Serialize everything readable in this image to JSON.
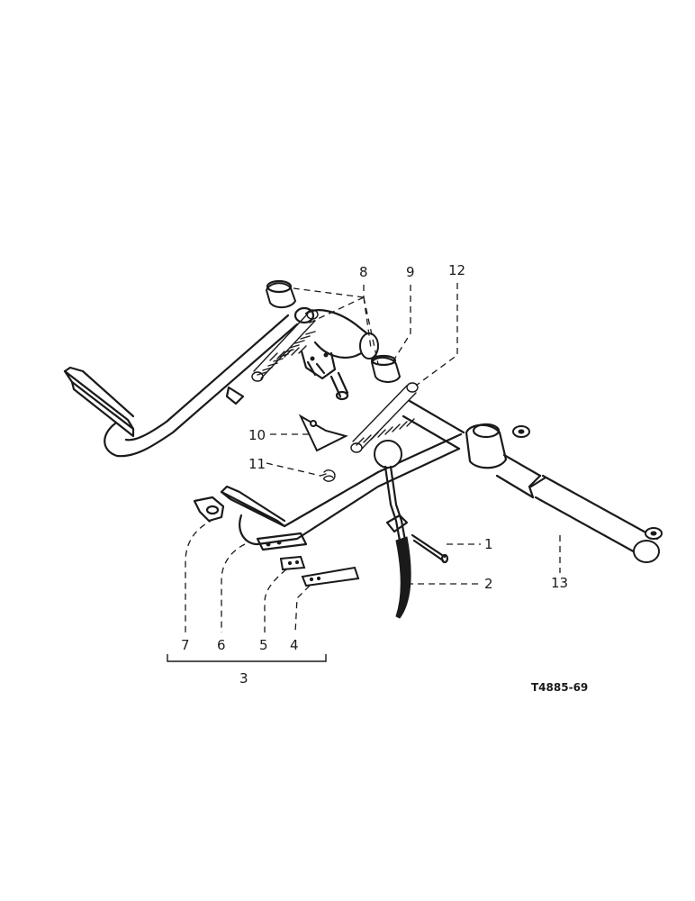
{
  "figure": {
    "reference": "T4885-69",
    "callouts": {
      "c1": "1",
      "c2": "2",
      "c3": "3",
      "c4": "4",
      "c5": "5",
      "c6": "6",
      "c7": "7",
      "c8": "8",
      "c9": "9",
      "c10": "10",
      "c11": "11",
      "c12": "12",
      "c13": "13"
    }
  }
}
